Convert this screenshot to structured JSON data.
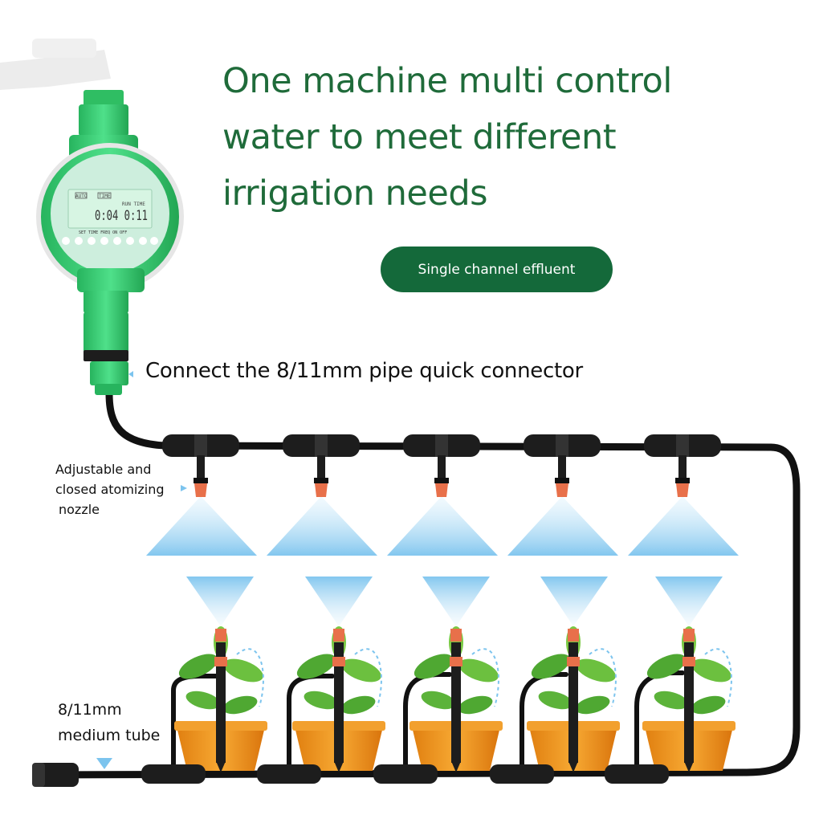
{
  "headline": {
    "line1": "One machine multi control",
    "line2": "water to meet different",
    "line3": "irrigation needs"
  },
  "badge_label": "Single channel effluent",
  "connector_label": "Connect the 8/11mm pipe quick connector",
  "nozzle_label": {
    "line1": "Adjustable and",
    "line2": "closed atomizing",
    "line3": "nozzle"
  },
  "tube_label": {
    "line1": "8/11mm",
    "line2": "medium tube"
  },
  "timer_display": {
    "tag_auto": "AUTO",
    "tag_time": "TIME",
    "run_time": "RUN TIME",
    "digits": "0:04 0:11",
    "button_row": "SET  TIME FREQ ON OFF"
  },
  "colors": {
    "headline": "#1f6b3a",
    "badge_bg": "#14693a",
    "timer_green": "#2ecc71",
    "lcd": "#cdeedd",
    "tube": "#111111",
    "spray": "#8fcdf0",
    "nozzle": "#e8704a",
    "pot": "#f0961e",
    "leaf": "#5cb33a"
  }
}
